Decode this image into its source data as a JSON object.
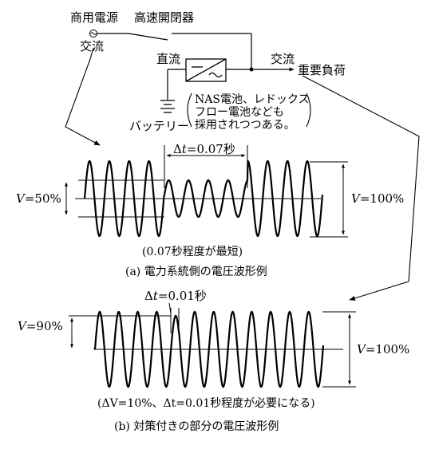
{
  "labels": {
    "source": "商用電源",
    "switch": "高速開閉器",
    "ac_left": "交流",
    "dc": "直流",
    "ac_right": "交流",
    "load": "重要負荷",
    "battery": "バッテリー",
    "note_line1": "NAS電池、レドックス",
    "note_line2": "フロー電池なども",
    "note_line3": "採用されつつある。"
  },
  "figure_a": {
    "dt_var": "Δ",
    "dt_t": "t",
    "dt_value": "=0.07秒",
    "v_sym": "V",
    "v_left_value": "=50%",
    "v_right_value": "=100%",
    "note": "(0.07秒程度が最短)",
    "caption": "(a) 電力系統側の電圧波形例"
  },
  "figure_b": {
    "dt_var": "Δ",
    "dt_t": "t",
    "dt_value": "=0.01秒",
    "v_sym": "V",
    "v_left_value": "=90%",
    "v_right_value": "=100%",
    "note": "(ΔV=10%、Δt=0.01秒程度が必要になる)",
    "caption": "(b) 対策付きの部分の電圧波形例"
  }
}
